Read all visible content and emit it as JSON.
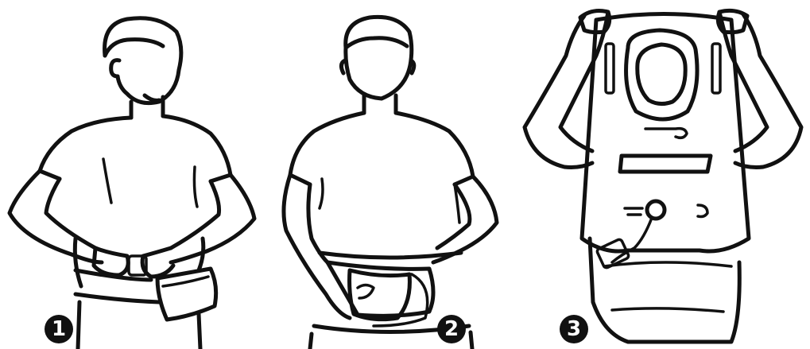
{
  "steps": [
    {
      "number": "1"
    },
    {
      "number": "2"
    },
    {
      "number": "3"
    }
  ],
  "colors": {
    "ink": "#111111",
    "paper": "#ffffff"
  },
  "icons": [
    "belt-buckle-icon",
    "pouch-icon",
    "life-vest-icon",
    "inflation-valve-icon"
  ]
}
